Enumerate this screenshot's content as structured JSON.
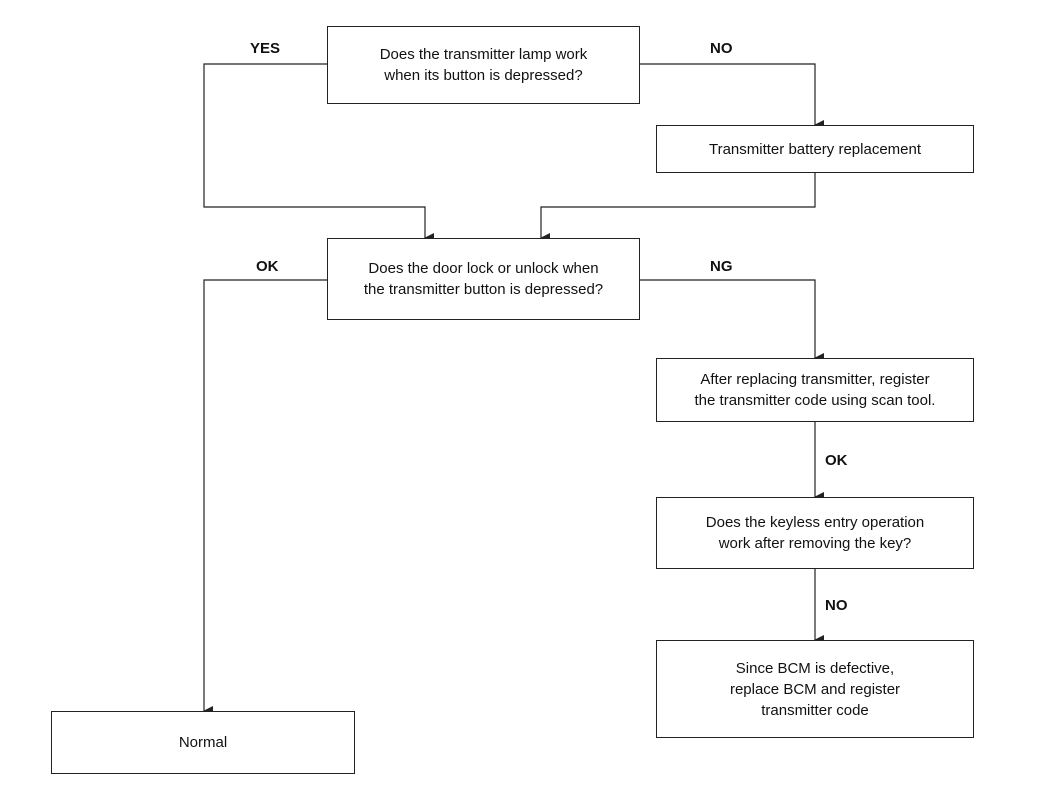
{
  "nodes": {
    "q_lamp": "Does the transmitter lamp work\nwhen its button is depressed?",
    "battery": "Transmitter battery replacement",
    "q_door": "Does the door lock or unlock when\nthe transmitter button is depressed?",
    "replace_tx": "After replacing transmitter, register\nthe transmitter code using scan tool.",
    "q_keyless": "Does the keyless entry operation\nwork after removing the key?",
    "bcm": "Since BCM is defective,\nreplace BCM and register\ntransmitter code",
    "normal": "Normal"
  },
  "edge_labels": {
    "lamp_yes": "YES",
    "lamp_no": "NO",
    "door_ok": "OK",
    "door_ng": "NG",
    "replace_ok": "OK",
    "keyless_no": "NO"
  }
}
